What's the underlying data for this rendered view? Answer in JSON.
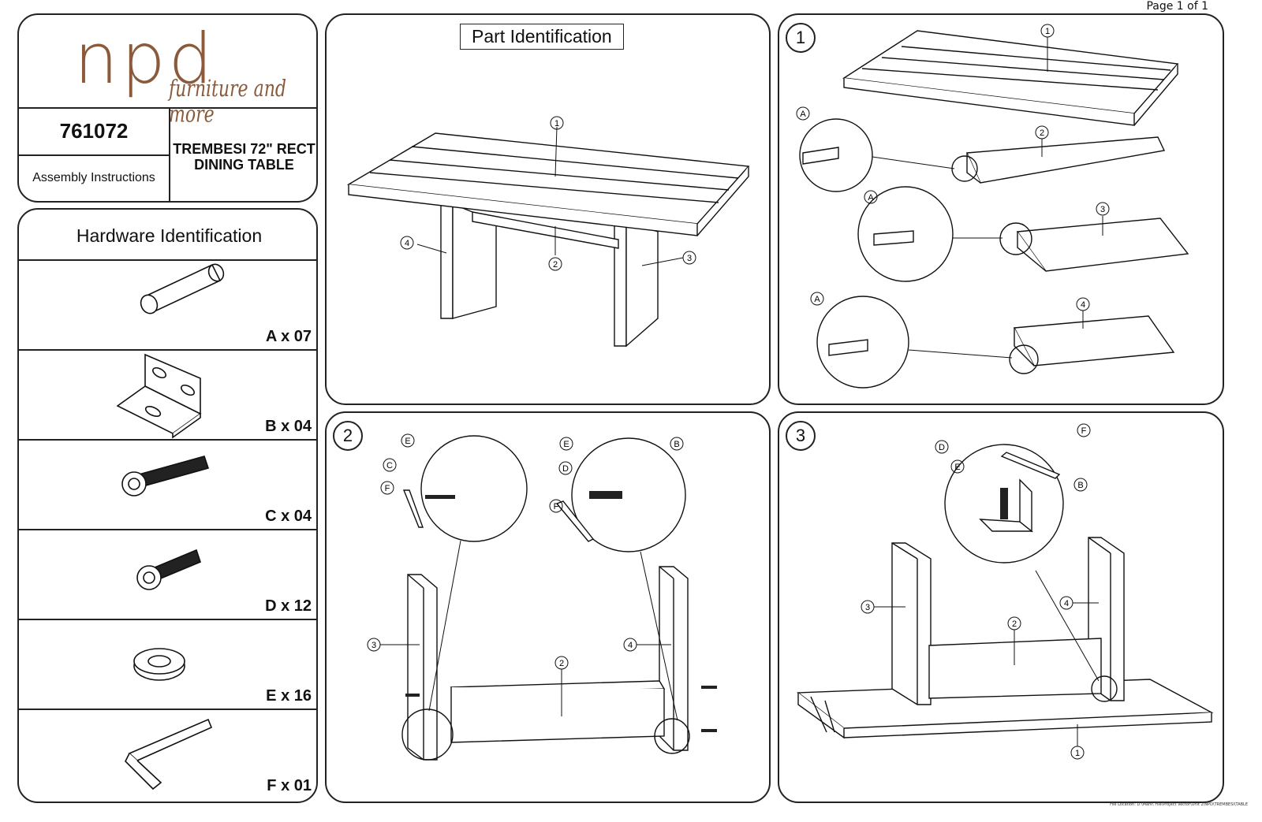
{
  "page": {
    "page_label": "Page 1 of 1",
    "file_location": "File Location: D:\\Mark\\ File\\Project Vector\\Unit 2\\NPD\\TREMBESI\\TABLE"
  },
  "header": {
    "logo_text": "npd",
    "logo_tagline": "furniture and more",
    "model_number": "761072",
    "document_type": "Assembly Instructions",
    "product_name_line1": "TREMBESI 72\" RECT",
    "product_name_line2": "DINING TABLE"
  },
  "hardware": {
    "title": "Hardware Identification",
    "items": [
      {
        "icon": "dowel-icon",
        "label": "A x 07"
      },
      {
        "icon": "l-bracket-icon",
        "label": "B x 04"
      },
      {
        "icon": "long-bolt-icon",
        "label": "C x 04"
      },
      {
        "icon": "short-bolt-icon",
        "label": "D x 12"
      },
      {
        "icon": "washer-icon",
        "label": "E x 16"
      },
      {
        "icon": "allen-key-icon",
        "label": "F x 01"
      }
    ]
  },
  "part_identification": {
    "title": "Part Identification",
    "callouts": [
      "1",
      "2",
      "3",
      "4"
    ]
  },
  "steps": [
    {
      "number": "1",
      "callouts": [
        "1",
        "2",
        "3",
        "4",
        "A",
        "A",
        "A"
      ]
    },
    {
      "number": "2",
      "callouts": [
        "2",
        "3",
        "4",
        "B",
        "C",
        "D",
        "E",
        "E",
        "F",
        "F"
      ]
    },
    {
      "number": "3",
      "callouts": [
        "1",
        "2",
        "3",
        "4",
        "B",
        "D",
        "E",
        "F"
      ]
    }
  ]
}
